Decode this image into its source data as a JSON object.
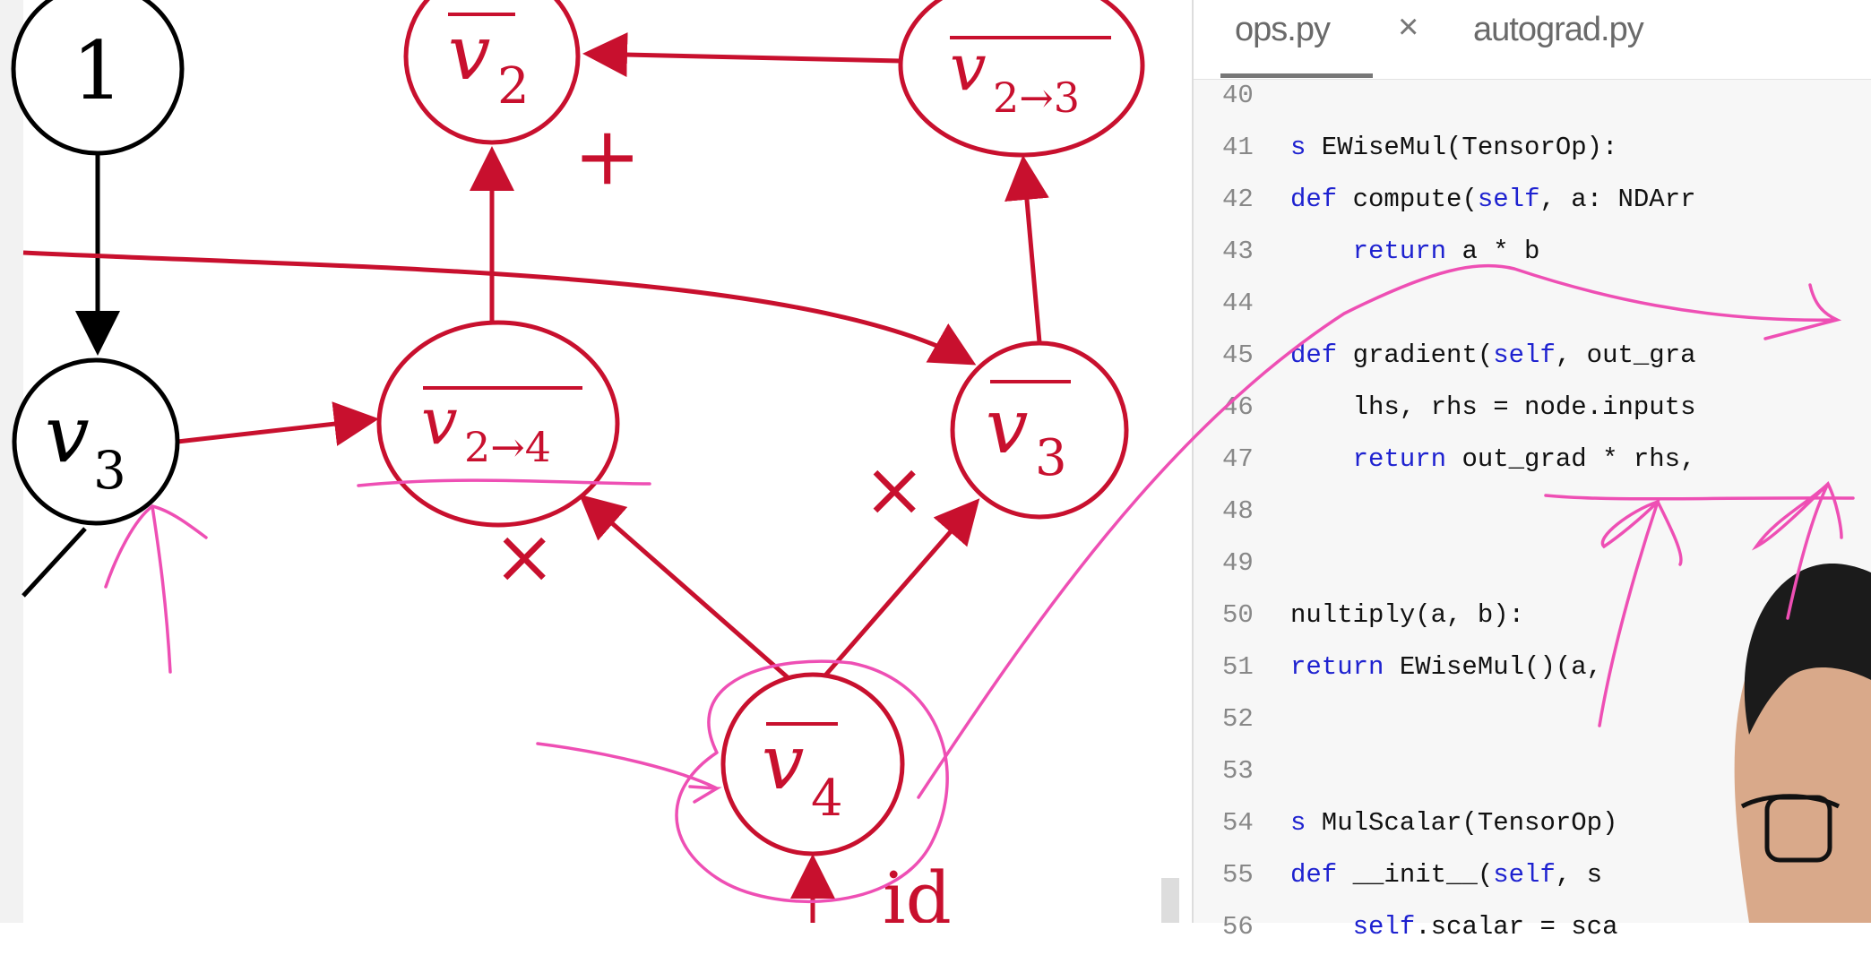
{
  "diagram": {
    "nodes": {
      "one": "1",
      "v3": "v",
      "v3_sub": "3",
      "v2bar": "v",
      "v2bar_sub": "2",
      "v23bar": "v",
      "v23bar_sub": "2→3",
      "v24bar": "v",
      "v24bar_sub": "2→4",
      "v3bar": "v",
      "v3bar_sub": "3",
      "v4bar": "v",
      "v4bar_sub": "4"
    },
    "ops": {
      "plus": "+",
      "times_left": "×",
      "times_right": "×",
      "id": "id"
    }
  },
  "editor": {
    "tabs": [
      {
        "label": "ops.py",
        "active": true
      },
      {
        "label": "autograd.py",
        "active": false
      }
    ],
    "close_icon": "×",
    "lines": [
      {
        "n": "40",
        "seg": []
      },
      {
        "n": "41",
        "seg": [
          {
            "t": "s",
            "k": 1
          },
          {
            "t": " EWiseMul(TensorOp):",
            "k": 0
          }
        ]
      },
      {
        "n": "42",
        "seg": [
          {
            "t": "def",
            "k": 1
          },
          {
            "t": " compute(",
            "k": 0
          },
          {
            "t": "self",
            "k": 1
          },
          {
            "t": ", a: NDArr",
            "k": 0
          }
        ]
      },
      {
        "n": "43",
        "seg": [
          {
            "t": "    ",
            "k": 0
          },
          {
            "t": "return",
            "k": 1
          },
          {
            "t": " a * b",
            "k": 0
          }
        ]
      },
      {
        "n": "44",
        "seg": []
      },
      {
        "n": "45",
        "seg": [
          {
            "t": "def",
            "k": 1
          },
          {
            "t": " gradient(",
            "k": 0
          },
          {
            "t": "self",
            "k": 1
          },
          {
            "t": ", out_gra",
            "k": 0
          }
        ]
      },
      {
        "n": "46",
        "seg": [
          {
            "t": "    lhs, rhs = node.inputs",
            "k": 0
          }
        ]
      },
      {
        "n": "47",
        "seg": [
          {
            "t": "    ",
            "k": 0
          },
          {
            "t": "return",
            "k": 1
          },
          {
            "t": " out_grad * rhs,",
            "k": 0
          }
        ]
      },
      {
        "n": "48",
        "seg": []
      },
      {
        "n": "49",
        "seg": []
      },
      {
        "n": "50",
        "seg": [
          {
            "t": "nultiply(a, b):",
            "k": 0
          }
        ]
      },
      {
        "n": "51",
        "seg": [
          {
            "t": "return",
            "k": 1
          },
          {
            "t": " EWiseMul()(a,",
            "k": 0
          }
        ]
      },
      {
        "n": "52",
        "seg": []
      },
      {
        "n": "53",
        "seg": []
      },
      {
        "n": "54",
        "seg": [
          {
            "t": "s",
            "k": 1
          },
          {
            "t": " MulScalar(TensorOp)",
            "k": 0
          }
        ]
      },
      {
        "n": "55",
        "seg": [
          {
            "t": "def",
            "k": 1
          },
          {
            "t": " __init__(",
            "k": 0
          },
          {
            "t": "self",
            "k": 1
          },
          {
            "t": ", s",
            "k": 0
          }
        ]
      },
      {
        "n": "56",
        "seg": [
          {
            "t": "    ",
            "k": 0
          },
          {
            "t": "self",
            "k": 1
          },
          {
            "t": ".scalar = sca",
            "k": 0
          }
        ]
      }
    ]
  },
  "colors": {
    "diagram_red": "#c8102e",
    "annotation_pink": "#ee4fb4",
    "keyword_blue": "#1e22d0"
  }
}
